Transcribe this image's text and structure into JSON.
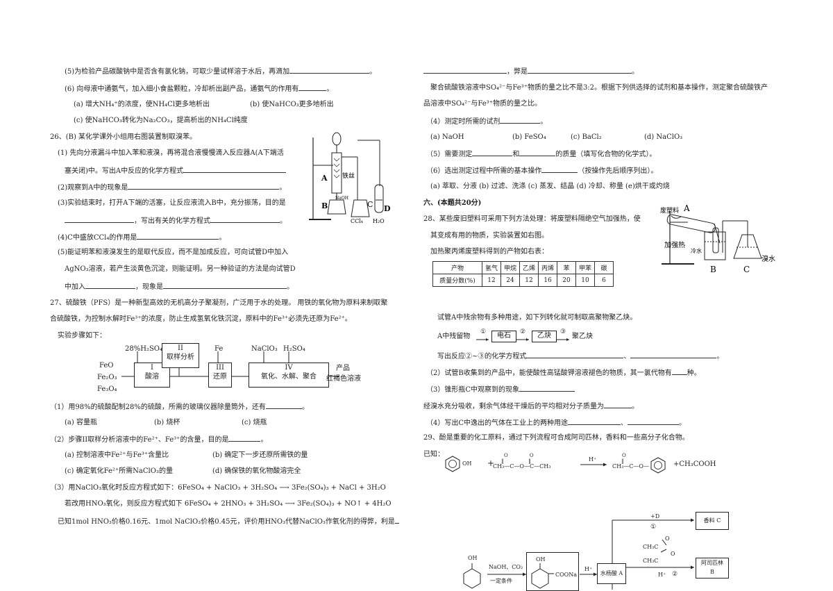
{
  "left": {
    "q25_5": "(5)为检验产品碳酸钠中是否含有氯化钠，可取少量试样溶于水后，再滴加",
    "q25_6": "(6) 向母液中通氨气，加入细小食盐颗粒，冷却析出副产品，通氨气的作用有",
    "q25_6a": "(a) 增大NH₄⁺的浓度，使NH₄Cl更多地析出",
    "q25_6b": "(b) 使NaHCO₃更多地析出",
    "q25_6c": "(c) 使NaHCO₃转化为Na₂CO₃，提高析出的NH₄Cl纯度",
    "q26_title": "26、(B) 某化学课外小组用右图装置制取溴苯。",
    "q26_1a": "(1) 先向分液漏斗中加入苯和液溴，再将混合液慢慢滴入反应器A(A下端活",
    "q26_1b": "塞关闭)中。写出A中反应的化学方程式",
    "q26_2": "(2)观察到A中的现象是",
    "q26_3a": "(3)实验结束时，打开A下端的活塞，让反应液流入B中，充分振荡，目的是",
    "q26_3b": "，写出有关的化学方程式",
    "q26_4": "(4)C中盛放CCl₄的作用是",
    "q26_5a": "(5)能证明苯和液溴发生的是取代反应，而不是加成反应，可向试管D中加入",
    "q26_5b": "AgNO₃溶液，若产生淡黄色沉淀，则能证明。另一种验证的方法是向试管D",
    "q26_5c_pre": "中加入",
    "q26_5c_mid": "，现象是",
    "q27_intro_a": "27、硫酸铁（PFS）是一种新型高效的无机高分子聚凝剂，广泛用于水的处理。  用铁的氧化物为原料来制取聚",
    "q27_intro_b": "合硫酸铁，为控制水解时Fe³⁺的浓度，防止生成氢氧化铁沉淀，原料中的Fe³⁺必须先还原为Fe²⁺。",
    "q27_steps": "实验步骤如下：",
    "q27_1": "（1）用98%的硫酸配制28%的硫酸，所需的玻璃仪器除量筒外，还有",
    "q27_1a": "(a) 容量瓶",
    "q27_1b": "(b) 烧杯",
    "q27_1c": "(c) 烧瓶",
    "q27_2": "（2）步骤II取样分析溶液中的Fe²⁺、Fe³⁺的含量，目的是",
    "q27_2a": "(a) 控制溶液中Fe²⁺与Fe³⁺含量比",
    "q27_2b": "(b) 确定下一步还原所需铁的量",
    "q27_2c": "(c) 确定氧化Fe²⁺所需NaClO₃的量",
    "q27_2d": "(d) 确保铁的氧化物酸溶完全",
    "q27_3a": "（3）用NaClO₃氧化时反应方程式如下：6FeSO₄ + NaClO₃ + 3H₂SO₄ ⟶ 3Fe₂(SO₄)₃ + NaCl + 3H₂O",
    "q27_3b": "若改用HNO₃氧化，则反应方程式如下    6FeSO₄ + 2HNO₃ + 3H₂SO₄ ⟶ 3Fe₂(SO₄)₃ + NO↑ + 4H₂O",
    "q27_3c": "已知1mol HNO₃价格0.16元、1mol NaClO₃价格0.45元，评价用HNO₃代替NaClO₃作氧化剂的得弊，利是",
    "flow": {
      "reagent1": "28%H₂SO₄",
      "reagent2": "Fe",
      "reagent3a": "NaClO₃",
      "reagent3b": "H₂SO₄",
      "feo": "FeO",
      "fe2o3": "Fe₂O₃",
      "fe3o4": "Fe₃O₄",
      "box1a": "I",
      "box1b": "酸溶",
      "box2a": "II",
      "box2b": "取样分析",
      "box3a": "III",
      "box3b": "还原",
      "box4a": "IV",
      "box4b": "氧化、水解、聚合",
      "product_a": "产品",
      "product_b": "红褐色溶液"
    },
    "apparatus": {
      "A": "A",
      "B": "B",
      "C": "C",
      "D": "D",
      "iron_wire": "铁丝",
      "naoh": "NaOH",
      "ccl4": "CCl₄",
      "h2o": "H₂O"
    }
  },
  "right": {
    "cont_blank_mid": "，弊是",
    "q27_ratio_a": "聚合硫酸铁溶液中SO₄²⁻与Fe³⁺物质的量之比不是3:2。根据下列供选择的试剂和基本操作，测定聚合硫酸铁产",
    "q27_ratio_b": "品溶液中SO₄²⁻与Fe³⁺物质的量之比。",
    "q27_4": "（4）测定时所需的试剂",
    "q27_4a": "(a) NaOH",
    "q27_4b": "(b) FeSO₄",
    "q27_4c": "(c) BaCl₂",
    "q27_4d": "(d) NaClO₃",
    "q27_5_pre": "（5）需要测定",
    "q27_5_mid": "和",
    "q27_5_post": "的质量（填写化合物的化学式）。",
    "q27_6_pre": "（6）选出测定过程中所需的基本操作",
    "q27_6_post": "（按操作先后顺序列出）。",
    "q27_6_opts": "(a) 萃取、分液   (b) 过滤、洗涤   (c) 蒸发、结晶   (d) 冷却、称量   (e)烘干或灼烧",
    "sec6": "六、(本题共20分)",
    "q28_a": "28、某些废旧塑料可采用下列方法处理：将废塑料隔绝空气加强热，使",
    "q28_b": "其变成有用的物质，实验装置如右图。",
    "q28_c": "加热聚丙烯废塑料得到的产物如右表：",
    "table": {
      "headers": [
        "产物",
        "氢气",
        "甲烷",
        "乙烯",
        "丙烯",
        "苯",
        "甲苯",
        "碳"
      ],
      "row_label": "质量分数(%)",
      "values": [
        "12",
        "24",
        "12",
        "16",
        "20",
        "10",
        "6"
      ]
    },
    "q28_1": "试管A中残余物有多种用途，如下列转化就可制取高聚物聚乙炔。",
    "q28_chain_start": "A中残留物",
    "q28_chain_1": "①",
    "q28_chain_box1": "电石",
    "q28_chain_2": "②",
    "q28_chain_box2": "乙炔",
    "q28_chain_3": "③",
    "q28_chain_end": "聚乙炔",
    "q28_1b": "写出反应②~③的化学方程式",
    "q28_2_pre": "（2）试管B收集到的产品中，能使酸性高锰酸钾溶液褪色的物质，其一氯代物有",
    "q28_2_post": "种。",
    "q28_3": "（3）锥形瓶C中观察到的现象",
    "q28_3b_pre": "经溴水充分吸收，剩余气体经干燥后的平均相对分子质量为",
    "q28_3b_post": "。",
    "q28_4_pre": "（4）写出C中逸出的气体在工业上的两种用途",
    "q29": "29、酚是重要的化工原料，通过下列流程可合成阿司匹林，香料和一些高分子化合物。",
    "known": "已知：",
    "rxn_oh": "OH",
    "rxn_plus": "+",
    "rxn_anhydride": "CH₃—C—O—C—CH₃",
    "rxn_h": "H⁺",
    "rxn_product": "CH₃—C—O—",
    "rxn_acetic": "+CH₃COOH",
    "apparatus": {
      "waste": "废塑料",
      "A": "A",
      "heat": "加强热",
      "cold_water": "冷水",
      "bromine_water": "溴水",
      "B": "B",
      "C": "C"
    },
    "syn": {
      "oh": "OH",
      "reagents_a": "NaOH、CO₂",
      "reagents_b": "一定条件",
      "inter_oh": "OH",
      "inter_coona": "COONa",
      "h1": "H⁺",
      "box_a": "水杨酸 A",
      "plus_d": "+D",
      "circle1": "①",
      "box_c": "香料 C",
      "ch3a": "CH₃C",
      "ch3b": "CH₃C",
      "o": "O",
      "h2": "H⁺",
      "circle2": "②",
      "box_b_a": "阿司匹林",
      "box_b_b": "B"
    }
  }
}
